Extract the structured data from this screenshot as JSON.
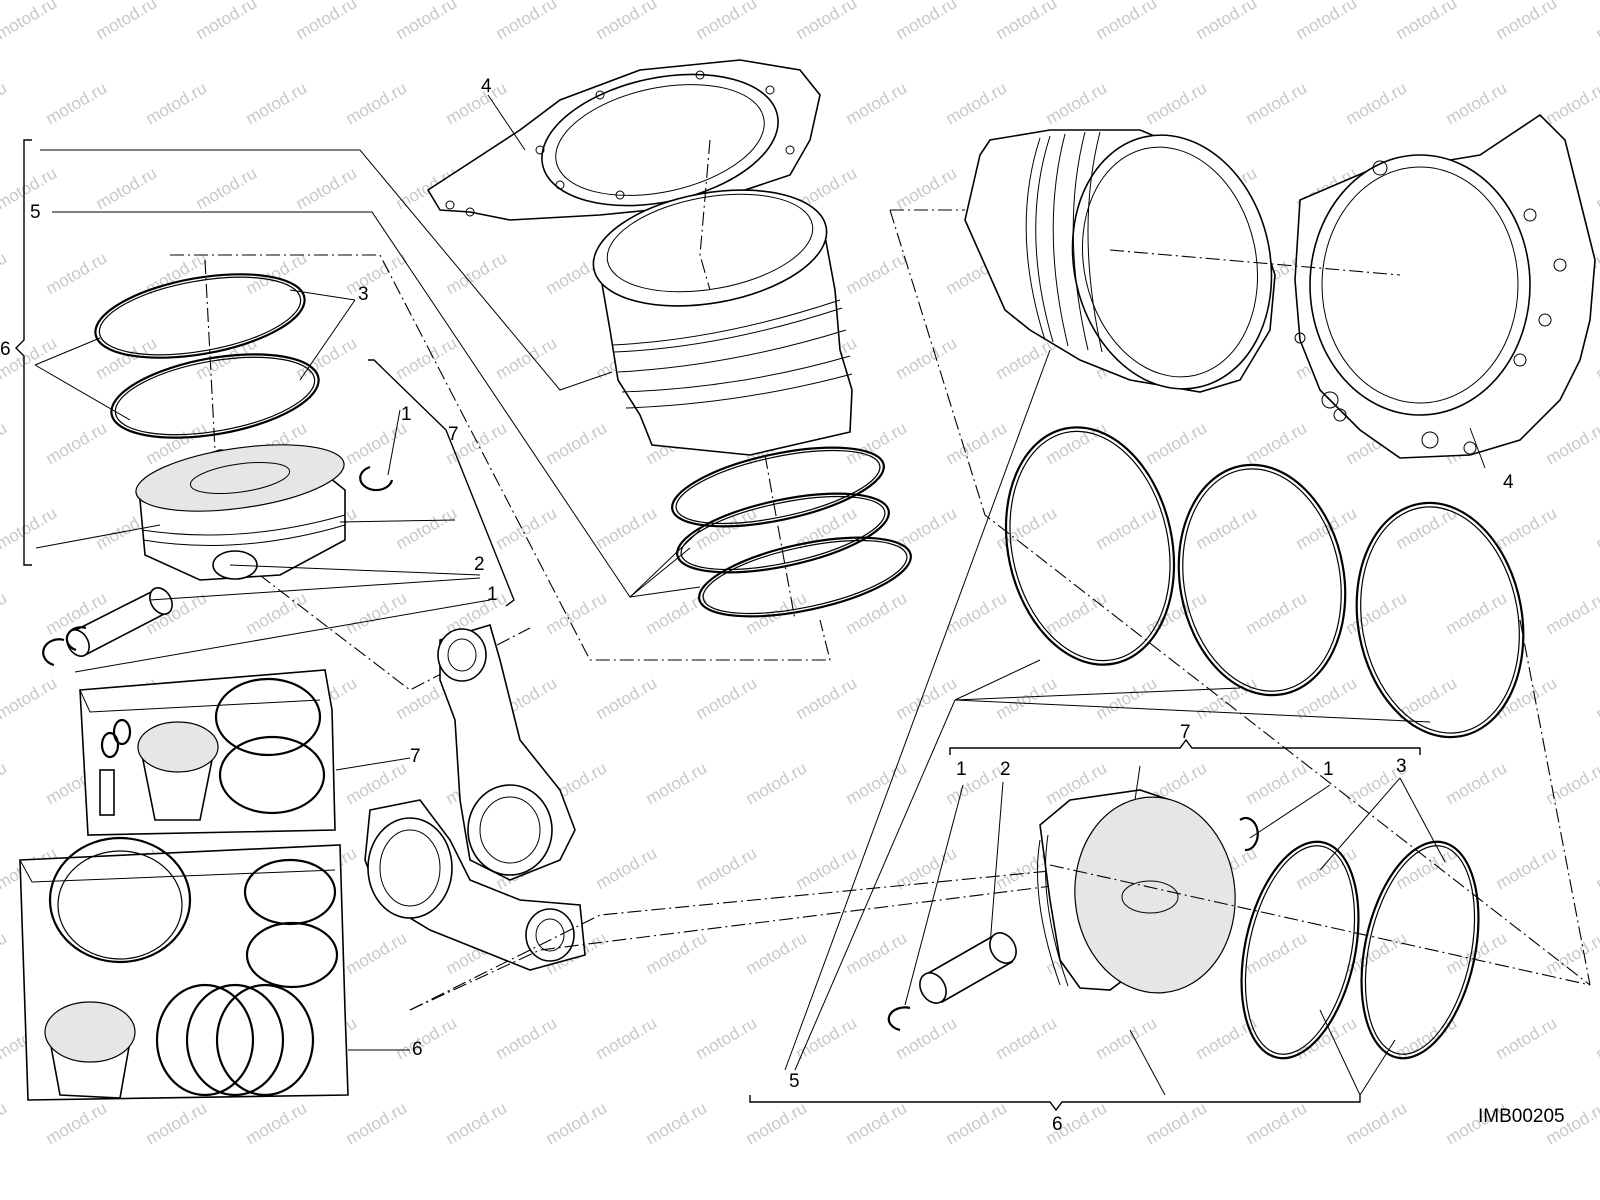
{
  "watermark": "motod.ru",
  "drawing_code": "IMB00205",
  "callouts": {
    "left_gasket": "4",
    "left_cylinder": "5",
    "left_kit_brace": "6",
    "left_rings": "3",
    "left_piston_set_brace": "7",
    "left_circlip": "1",
    "left_pin": "2",
    "left_circlip_lower": "1",
    "left_box_piston": "7",
    "left_box_kit": "6",
    "right_gasket": "4",
    "right_cylinder": "5",
    "right_kit_brace": "6",
    "right_piston_set_brace": "7",
    "right_circlip_a": "1",
    "right_pin": "2",
    "right_circlip_b": "1",
    "right_rings": "3"
  }
}
